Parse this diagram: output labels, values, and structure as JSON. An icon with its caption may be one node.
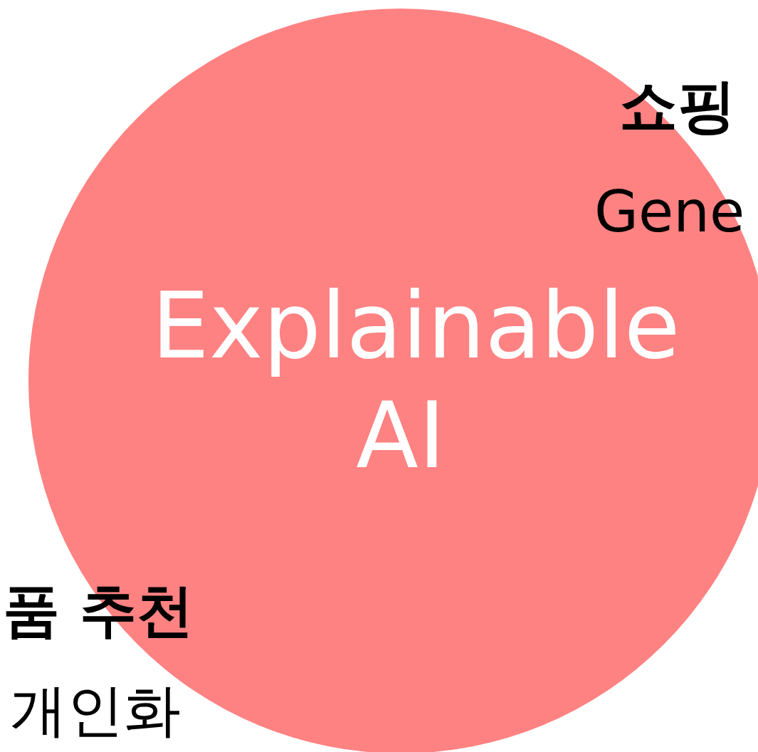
{
  "diagram": {
    "nodes": [
      {
        "text": [
          "Explainable AI"
        ]
      }
    ],
    "labels": [
      "쇼핑",
      "Gene",
      "품 추천",
      "개인화"
    ]
  }
}
